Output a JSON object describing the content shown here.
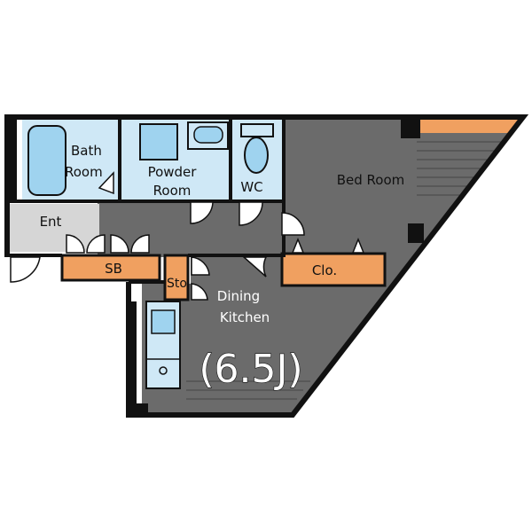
{
  "colors": {
    "wall": "#111111",
    "floor_dark": "#6b6b6b",
    "floor_light": "#d6d6d6",
    "wet_area": "#cfe8f6",
    "wet_fixture": "#9fd3ef",
    "storage": "#f0a060",
    "balcony": "#f0a060"
  },
  "rooms": {
    "bath": "Bath\nRoom",
    "powder": "Powder\nRoom",
    "wc": "WC",
    "bed": "Bed Room",
    "ent": "Ent",
    "sb": "SB",
    "sto": "Sto",
    "clo": "Clo.",
    "dining": "Dining\nKitchen",
    "dk_size": "(6.5J)"
  }
}
